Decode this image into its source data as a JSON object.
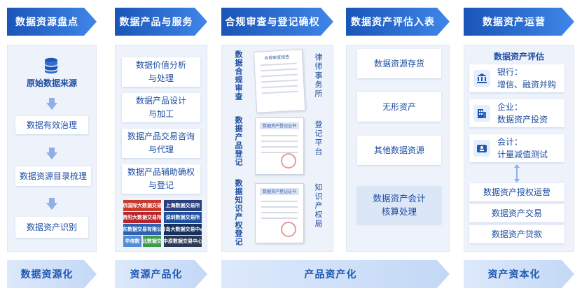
{
  "colors": {
    "header_gradient_start": "#1a55b8",
    "header_gradient_end": "#3f86e8",
    "footer_gradient_start": "#dde9fb",
    "footer_gradient_end": "#c3d8f6",
    "panel_bg": "#eef3fb",
    "text_blue": "#1d4da0"
  },
  "stages": [
    {
      "header": "数据资源盘点"
    },
    {
      "header": "数据产品与服务"
    },
    {
      "header": "合规审查与登记确权"
    },
    {
      "header": "数据资产评估入表"
    },
    {
      "header": "数据资产运营"
    }
  ],
  "footers": [
    "数据资源化",
    "资源产品化",
    "产品资产化",
    "资产资本化"
  ],
  "col1": {
    "source_icon": "database-icon",
    "source_label": "原始数据来源",
    "steps": [
      "数据有效治理",
      "数据资源目录梳理",
      "数据资产识别"
    ]
  },
  "col2": {
    "items": [
      "数据价值分析\n与处理",
      "数据产品设计\n与加工",
      "数据产品交易咨询\n与代理",
      "数据产品辅助确权\n与登记"
    ],
    "logos": [
      "北京国际大数据交易所",
      "上海数据交易所",
      "贵阳大数据交易所",
      "深圳数据交易所",
      "山东数据交易有限公司",
      "青岛大数据交易中心",
      "华信数",
      "湖北数据交易",
      "中原数据交易中心"
    ]
  },
  "col3": {
    "rows": [
      {
        "left": "数据合规审查",
        "right": "律师事务所",
        "doc_title": "合规审查报告"
      },
      {
        "left": "数据产品登记",
        "right": "登记平台",
        "doc_title": "数据资产登记证书"
      },
      {
        "left": "数据知识产权登记",
        "right": "知识产权局",
        "doc_title": "数据资产登记证书"
      }
    ]
  },
  "col4": {
    "items": [
      "数据资源存货",
      "无形资产",
      "其他数据资源",
      "数据资产会计\n核算处理"
    ]
  },
  "col5": {
    "title": "数据资产评估",
    "eval_items": [
      {
        "icon": "bank-icon",
        "title": "银行：",
        "desc": "增信、融资并购"
      },
      {
        "icon": "building-icon",
        "title": "企业：",
        "desc": "数据资产投资"
      },
      {
        "icon": "accountant-icon",
        "title": "会计：",
        "desc": "计量减值测试"
      }
    ],
    "ops": [
      "数据资产授权运营",
      "数据资产交易",
      "数据资产贷款"
    ]
  }
}
